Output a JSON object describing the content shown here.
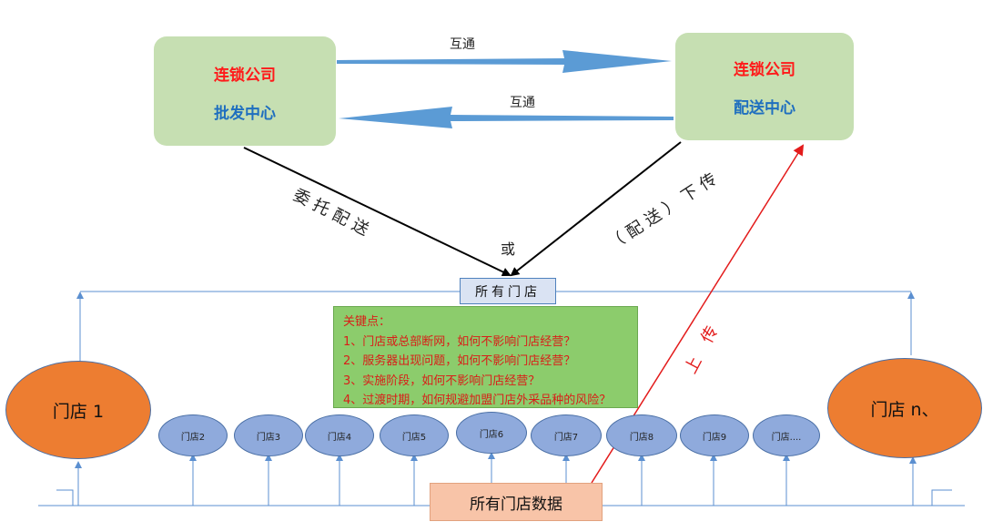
{
  "wholesale": {
    "line1": "连锁公司",
    "line2": "批发中心"
  },
  "distribution": {
    "line1": "连锁公司",
    "line2": "配送中心"
  },
  "link_top": "互通",
  "link_bottom": "互通",
  "left_edge": "委托配送",
  "right_edge": "（配送）下传",
  "or_label": "或",
  "all_stores": "所有门店",
  "keypoints": {
    "title": "关键点：",
    "items": [
      "1、门店或总部断网，如何不影响门店经营？",
      "2、服务器出现问题，如何不影响门店经营？",
      "3、实施阶段，如何不影响门店经营？",
      "4、过渡时期，如何规避加盟门店外采品种的风险？"
    ]
  },
  "upload_label": "上传",
  "store_first": "门店 1",
  "store_last": "门店 n、",
  "small_stores": [
    "门店2",
    "门店3",
    "门店4",
    "门店5",
    "门店6",
    "门店7",
    "门店8",
    "门店9",
    "门店...."
  ],
  "all_data": "所有门店数据",
  "colors": {
    "hq_box": "#c6dfb2",
    "title_red": "#ff1a1a",
    "title_blue": "#1f6fbf",
    "big_arrow": "#5b9bd5",
    "store_big": "#ed7d31",
    "store_small": "#8faadc",
    "keypoints_bg": "#8ccc6c",
    "keypoints_text": "#d91e18",
    "data_box": "#f8c4a8",
    "upload_line": "#e31b1b"
  }
}
